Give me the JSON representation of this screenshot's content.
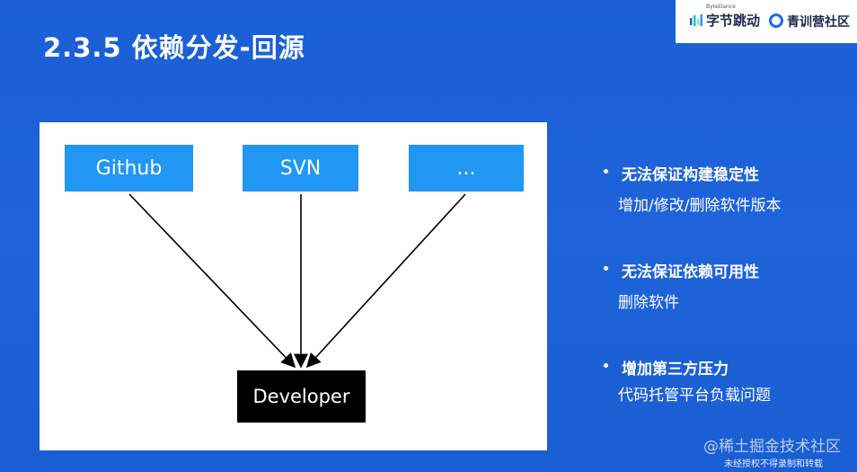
{
  "slide": {
    "title": "2.3.5 依赖分发-回源"
  },
  "logos": {
    "bytedance_sub": "ByteDance",
    "bytedance": "字节跳动",
    "camp": "青训营社区"
  },
  "diagram": {
    "sources": [
      "Github",
      "SVN",
      "..."
    ],
    "target": "Developer"
  },
  "bullets": [
    {
      "head": "无法保证构建稳定性",
      "detail": "增加/修改/删除软件版本"
    },
    {
      "head": "无法保证依赖可用性",
      "detail": "删除软件"
    },
    {
      "head": "增加第三方压力",
      "detail": "代码托管平台负载问题"
    }
  ],
  "footer": {
    "source": "@稀土掘金技术社区",
    "notice": "未经授权不得录制和转载"
  },
  "colors": {
    "background": "#1e63d9",
    "node": "#2196f3",
    "developer": "#000000"
  }
}
